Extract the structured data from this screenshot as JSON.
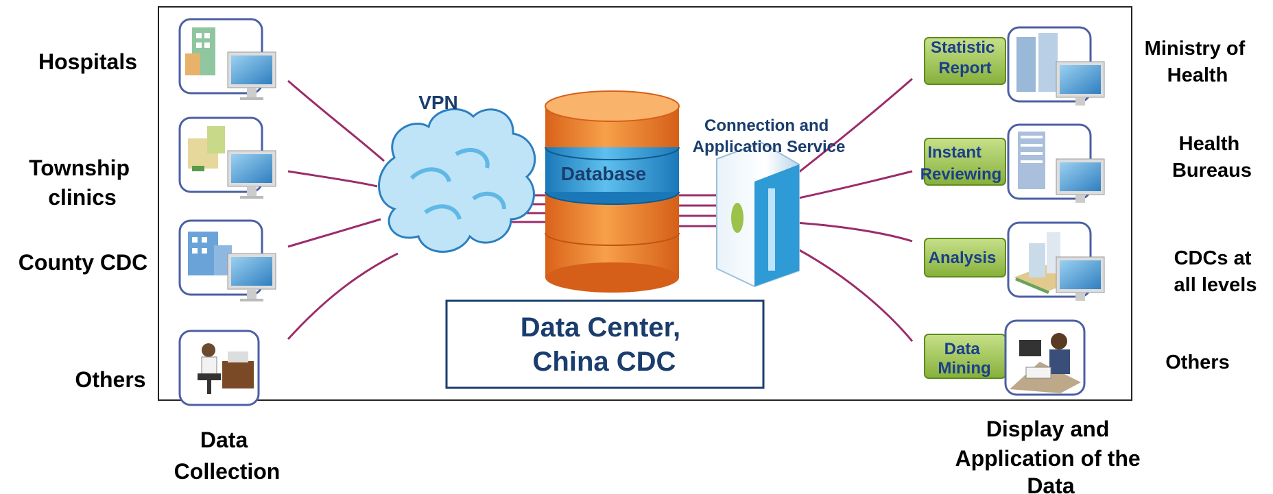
{
  "sources": [
    {
      "label_lines": [
        "Hospitals"
      ]
    },
    {
      "label_lines": [
        "Township",
        "clinics"
      ]
    },
    {
      "label_lines": [
        "County CDC"
      ]
    },
    {
      "label_lines": [
        "Others"
      ]
    }
  ],
  "collection_caption_lines": [
    "Data",
    "Collection"
  ],
  "vpn_label": "VPN",
  "database_label": "Database",
  "service_label_lines": [
    "Connection and",
    "Application Service"
  ],
  "data_center_lines": [
    "Data Center,",
    "China CDC"
  ],
  "applications": [
    {
      "tag_lines": [
        "Statistic",
        "Report"
      ],
      "icon": "office-towers-icon"
    },
    {
      "tag_lines": [
        "Instant",
        "Reviewing"
      ],
      "icon": "office-building-icon"
    },
    {
      "tag_lines": [
        "Analysis"
      ],
      "icon": "city-block-icon"
    },
    {
      "tag_lines": [
        "Data",
        "Mining"
      ],
      "icon": "analyst-desk-icon"
    }
  ],
  "recipients": [
    {
      "label_lines": [
        "Ministry of",
        "Health"
      ]
    },
    {
      "label_lines": [
        "Health",
        "Bureaus"
      ]
    },
    {
      "label_lines": [
        "CDCs at",
        "all levels"
      ]
    },
    {
      "label_lines": [
        "Others"
      ]
    }
  ],
  "display_caption_lines": [
    "Display and",
    "Application of the",
    "Data"
  ],
  "colors": {
    "link": "#9b2c6a",
    "navy": "#1a3d6d",
    "tag_green": "#9bc24a",
    "tag_text": "#1b3f8a",
    "db_orange": "#f08a2c",
    "db_blue": "#2e9ad6",
    "cloud": "#5fb8e6",
    "frame": "#222222"
  }
}
